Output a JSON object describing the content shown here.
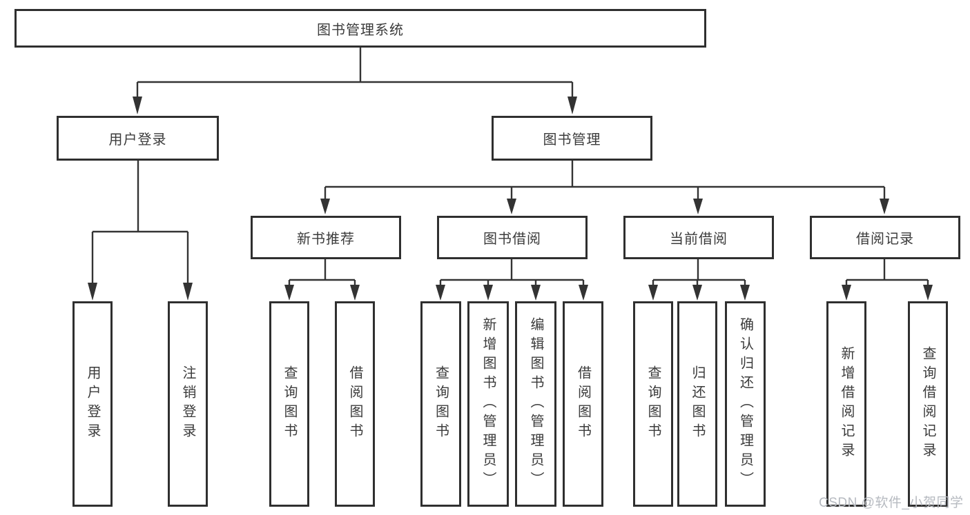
{
  "tree": {
    "root": "图书管理系统",
    "branches": [
      {
        "label": "用户登录",
        "leaves": [
          "用户登录",
          "注销登录"
        ]
      },
      {
        "label": "图书管理",
        "groups": [
          {
            "label": "新书推荐",
            "leaves": [
              "查询图书",
              "借阅图书"
            ]
          },
          {
            "label": "图书借阅",
            "leaves": [
              "查询图书",
              "新增图书（管理员）",
              "编辑图书（管理员）",
              "借阅图书"
            ]
          },
          {
            "label": "当前借阅",
            "leaves": [
              "查询图书",
              "归还图书",
              "确认归还（管理员）"
            ]
          },
          {
            "label": "借阅记录",
            "leaves": [
              "新增借阅记录",
              "查询借阅记录"
            ]
          }
        ]
      }
    ]
  },
  "watermark": {
    "text": "CSDN @软件_小贺同学"
  },
  "colors": {
    "line": "#333333",
    "text": "#3b3b3b",
    "watermark": "#b6bac0"
  }
}
